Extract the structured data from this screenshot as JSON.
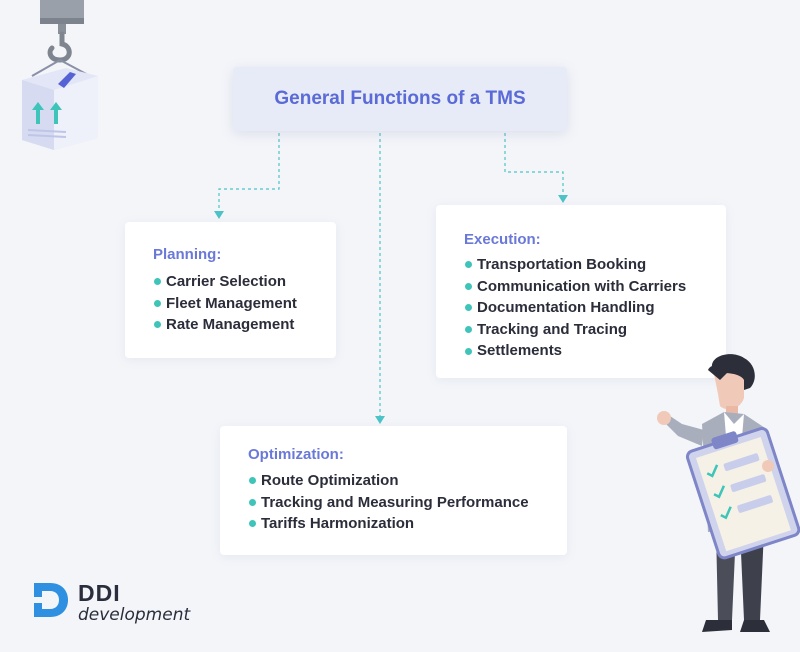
{
  "title": "General Functions of a TMS",
  "planning": {
    "heading": "Planning:",
    "items": [
      "Carrier Selection",
      "Fleet Management",
      "Rate Management"
    ]
  },
  "execution": {
    "heading": "Execution:",
    "items": [
      "Transportation Booking",
      "Communication with Carriers",
      "Documentation Handling",
      "Tracking and Tracing",
      "Settlements"
    ]
  },
  "optimization": {
    "heading": "Optimization:",
    "items": [
      "Route Optimization",
      "Tracking and Measuring Performance",
      "Tariffs Harmonization"
    ]
  },
  "logo": {
    "name": "DDI",
    "sub": "development"
  },
  "colors": {
    "accent": "#5a6ad6",
    "bullet": "#3ec4b9",
    "connector": "#4cc3c7",
    "background": "#f3f5f9"
  },
  "icons": [
    "crane-hook-box-icon",
    "person-clipboard-illustration",
    "ddi-logo-icon"
  ]
}
